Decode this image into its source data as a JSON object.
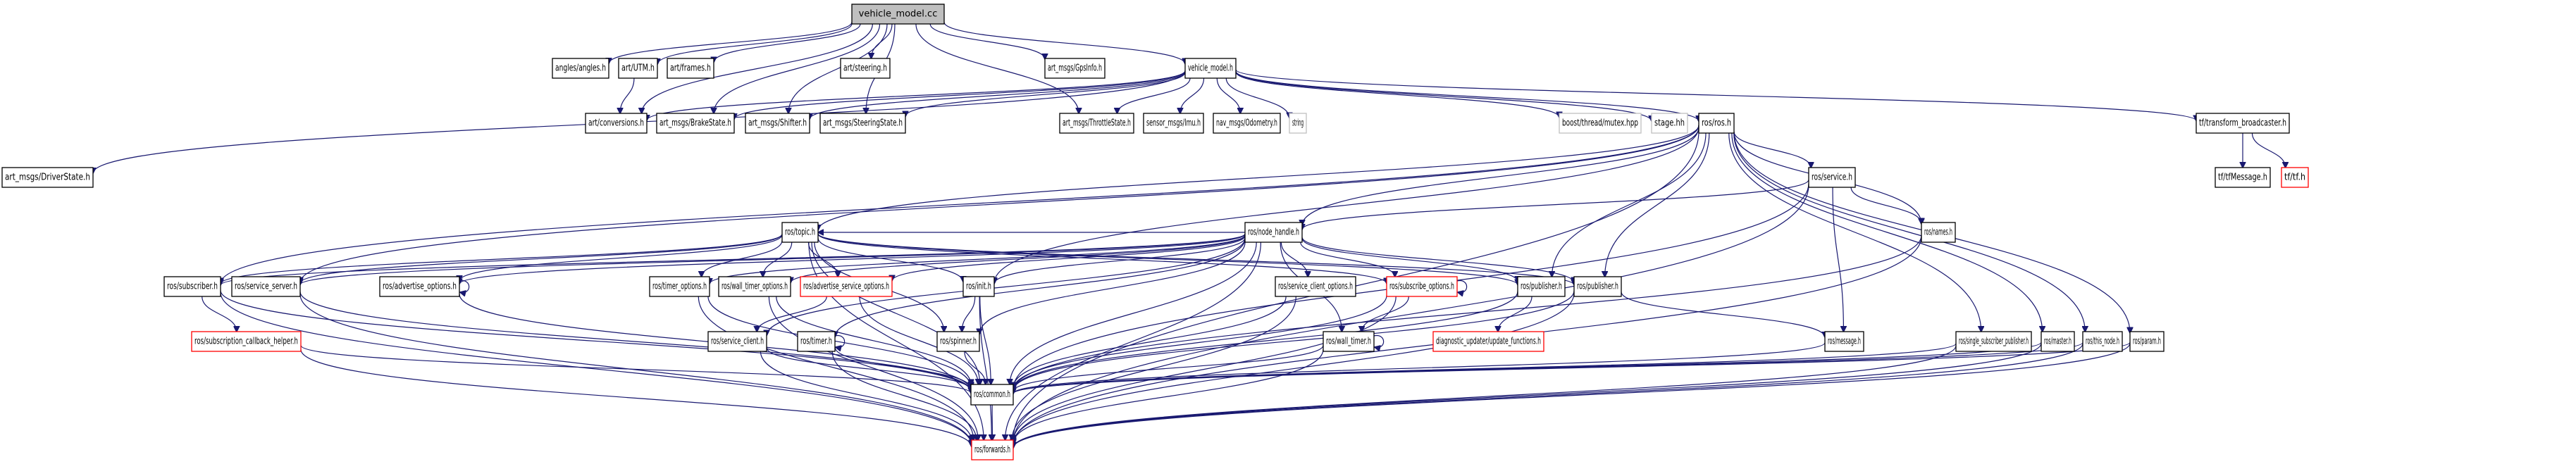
{
  "diagram": {
    "title": "vehicle_model.cc include dependency graph",
    "colors": {
      "edge": "#191970",
      "root_fill": "#bfbfbf",
      "node_border": "#000000",
      "missing_border": "#c0c0c0",
      "undocumented_border": "#ff0000"
    },
    "nodes": [
      {
        "id": "vehicle_model_cc",
        "label": "vehicle_model.cc",
        "kind": "root"
      },
      {
        "id": "angles",
        "label": "angles/angles.h",
        "kind": "normal"
      },
      {
        "id": "utm",
        "label": "art/UTM.h",
        "kind": "normal"
      },
      {
        "id": "frames",
        "label": "art/frames.h",
        "kind": "normal"
      },
      {
        "id": "steering",
        "label": "art/steering.h",
        "kind": "normal"
      },
      {
        "id": "gpsinfo",
        "label": "art_msgs/GpsInfo.h",
        "kind": "normal"
      },
      {
        "id": "vehicle_model_h",
        "label": "vehicle_model.h",
        "kind": "normal"
      },
      {
        "id": "conversions",
        "label": "art/conversions.h",
        "kind": "normal"
      },
      {
        "id": "brakestate",
        "label": "art_msgs/BrakeState.h",
        "kind": "normal"
      },
      {
        "id": "shifter",
        "label": "art_msgs/Shifter.h",
        "kind": "normal"
      },
      {
        "id": "steeringstate",
        "label": "art_msgs/SteeringState.h",
        "kind": "normal"
      },
      {
        "id": "throttlestate",
        "label": "art_msgs/ThrottleState.h",
        "kind": "normal"
      },
      {
        "id": "imu",
        "label": "sensor_msgs/Imu.h",
        "kind": "normal"
      },
      {
        "id": "odometry",
        "label": "nav_msgs/Odometry.h",
        "kind": "normal"
      },
      {
        "id": "string",
        "label": "string",
        "kind": "missing"
      },
      {
        "id": "mutex",
        "label": "boost/thread/mutex.hpp",
        "kind": "missing"
      },
      {
        "id": "stage",
        "label": "stage.hh",
        "kind": "missing"
      },
      {
        "id": "ros_h",
        "label": "ros/ros.h",
        "kind": "normal"
      },
      {
        "id": "tf_bcast",
        "label": "tf/transform_broadcaster.h",
        "kind": "normal"
      },
      {
        "id": "driverstate",
        "label": "art_msgs/DriverState.h",
        "kind": "normal"
      },
      {
        "id": "service_h",
        "label": "ros/service.h",
        "kind": "normal"
      },
      {
        "id": "tfmessage",
        "label": "tf/tfMessage.h",
        "kind": "normal"
      },
      {
        "id": "tf_h",
        "label": "tf/tf.h",
        "kind": "undocumented"
      },
      {
        "id": "topic_h",
        "label": "ros/topic.h",
        "kind": "normal"
      },
      {
        "id": "node_handle",
        "label": "ros/node_handle.h",
        "kind": "normal"
      },
      {
        "id": "names_h",
        "label": "ros/names.h",
        "kind": "normal"
      },
      {
        "id": "subscriber",
        "label": "ros/subscriber.h",
        "kind": "normal"
      },
      {
        "id": "service_server",
        "label": "ros/service_server.h",
        "kind": "normal"
      },
      {
        "id": "advertise_options",
        "label": "ros/advertise_options.h",
        "kind": "normal"
      },
      {
        "id": "timer_options",
        "label": "ros/timer_options.h",
        "kind": "normal"
      },
      {
        "id": "wall_timer_options",
        "label": "ros/wall_timer_options.h",
        "kind": "normal"
      },
      {
        "id": "adv_srv_options",
        "label": "ros/advertise_service_options.h",
        "kind": "undocumented"
      },
      {
        "id": "init_h",
        "label": "ros/init.h",
        "kind": "normal"
      },
      {
        "id": "srv_client_options",
        "label": "ros/service_client_options.h",
        "kind": "normal"
      },
      {
        "id": "subscribe_options",
        "label": "ros/subscribe_options.h",
        "kind": "undocumented"
      },
      {
        "id": "publisher_a",
        "label": "ros/publisher.h",
        "kind": "normal"
      },
      {
        "id": "publisher_b",
        "label": "ros/publisher.h",
        "kind": "normal"
      },
      {
        "id": "sub_cb_helper",
        "label": "ros/subscription_callback_helper.h",
        "kind": "undocumented"
      },
      {
        "id": "service_client",
        "label": "ros/service_client.h",
        "kind": "normal"
      },
      {
        "id": "timer_h",
        "label": "ros/timer.h",
        "kind": "normal"
      },
      {
        "id": "spinner",
        "label": "ros/spinner.h",
        "kind": "normal"
      },
      {
        "id": "wall_timer",
        "label": "ros/wall_timer.h",
        "kind": "normal"
      },
      {
        "id": "diag_update",
        "label": "diagnostic_updater/update_functions.h",
        "kind": "undocumented"
      },
      {
        "id": "message_h",
        "label": "ros/message.h",
        "kind": "normal"
      },
      {
        "id": "single_sub_pub",
        "label": "ros/single_subscriber_publisher.h",
        "kind": "normal"
      },
      {
        "id": "master_h",
        "label": "ros/master.h",
        "kind": "normal"
      },
      {
        "id": "this_node",
        "label": "ros/this_node.h",
        "kind": "normal"
      },
      {
        "id": "param_h",
        "label": "ros/param.h",
        "kind": "normal"
      },
      {
        "id": "common_h",
        "label": "ros/common.h",
        "kind": "normal"
      },
      {
        "id": "forwards_h",
        "label": "ros/forwards.h",
        "kind": "undocumented"
      }
    ],
    "edges": [
      [
        "vehicle_model_cc",
        "angles"
      ],
      [
        "vehicle_model_cc",
        "utm"
      ],
      [
        "vehicle_model_cc",
        "frames"
      ],
      [
        "vehicle_model_cc",
        "steering"
      ],
      [
        "vehicle_model_cc",
        "gpsinfo"
      ],
      [
        "vehicle_model_cc",
        "vehicle_model_h"
      ],
      [
        "vehicle_model_cc",
        "conversions"
      ],
      [
        "vehicle_model_cc",
        "brakestate"
      ],
      [
        "vehicle_model_cc",
        "shifter"
      ],
      [
        "vehicle_model_cc",
        "steeringstate"
      ],
      [
        "vehicle_model_cc",
        "throttlestate"
      ],
      [
        "utm",
        "conversions"
      ],
      [
        "vehicle_model_h",
        "conversions"
      ],
      [
        "vehicle_model_h",
        "brakestate"
      ],
      [
        "vehicle_model_h",
        "shifter"
      ],
      [
        "vehicle_model_h",
        "steeringstate"
      ],
      [
        "vehicle_model_h",
        "throttlestate"
      ],
      [
        "vehicle_model_h",
        "imu"
      ],
      [
        "vehicle_model_h",
        "odometry"
      ],
      [
        "vehicle_model_h",
        "string"
      ],
      [
        "vehicle_model_h",
        "mutex"
      ],
      [
        "vehicle_model_h",
        "stage"
      ],
      [
        "vehicle_model_h",
        "ros_h"
      ],
      [
        "vehicle_model_h",
        "tf_bcast"
      ],
      [
        "vehicle_model_h",
        "driverstate"
      ],
      [
        "tf_bcast",
        "tfmessage"
      ],
      [
        "tf_bcast",
        "tf_h"
      ],
      [
        "ros_h",
        "service_h"
      ],
      [
        "ros_h",
        "names_h"
      ],
      [
        "ros_h",
        "topic_h"
      ],
      [
        "ros_h",
        "node_handle"
      ],
      [
        "ros_h",
        "init_h"
      ],
      [
        "ros_h",
        "publisher_a"
      ],
      [
        "ros_h",
        "publisher_b"
      ],
      [
        "ros_h",
        "subscriber"
      ],
      [
        "ros_h",
        "service_server"
      ],
      [
        "ros_h",
        "single_sub_pub"
      ],
      [
        "ros_h",
        "master_h"
      ],
      [
        "ros_h",
        "this_node"
      ],
      [
        "ros_h",
        "param_h"
      ],
      [
        "ros_h",
        "forwards_h"
      ],
      [
        "service_h",
        "node_handle"
      ],
      [
        "service_h",
        "names_h"
      ],
      [
        "service_h",
        "message_h"
      ],
      [
        "service_h",
        "common_h"
      ],
      [
        "service_h",
        "forwards_h"
      ],
      [
        "topic_h",
        "subscriber"
      ],
      [
        "topic_h",
        "service_server"
      ],
      [
        "topic_h",
        "advertise_options"
      ],
      [
        "topic_h",
        "timer_options"
      ],
      [
        "topic_h",
        "wall_timer_options"
      ],
      [
        "topic_h",
        "adv_srv_options"
      ],
      [
        "topic_h",
        "init_h"
      ],
      [
        "topic_h",
        "spinner"
      ],
      [
        "topic_h",
        "common_h"
      ],
      [
        "topic_h",
        "forwards_h"
      ],
      [
        "topic_h",
        "subscribe_options"
      ],
      [
        "topic_h",
        "publisher_a"
      ],
      [
        "topic_h",
        "publisher_b"
      ],
      [
        "node_handle",
        "topic_h"
      ],
      [
        "node_handle",
        "subscriber"
      ],
      [
        "node_handle",
        "service_server"
      ],
      [
        "node_handle",
        "advertise_options"
      ],
      [
        "node_handle",
        "timer_options"
      ],
      [
        "node_handle",
        "wall_timer_options"
      ],
      [
        "node_handle",
        "adv_srv_options"
      ],
      [
        "node_handle",
        "init_h"
      ],
      [
        "node_handle",
        "srv_client_options"
      ],
      [
        "node_handle",
        "subscribe_options"
      ],
      [
        "node_handle",
        "publisher_a"
      ],
      [
        "node_handle",
        "publisher_b"
      ],
      [
        "node_handle",
        "service_client"
      ],
      [
        "node_handle",
        "timer_h"
      ],
      [
        "node_handle",
        "spinner"
      ],
      [
        "node_handle",
        "wall_timer"
      ],
      [
        "node_handle",
        "common_h"
      ],
      [
        "node_handle",
        "forwards_h"
      ],
      [
        "subscriber",
        "sub_cb_helper"
      ],
      [
        "subscriber",
        "common_h"
      ],
      [
        "subscriber",
        "forwards_h"
      ],
      [
        "service_server",
        "common_h"
      ],
      [
        "service_server",
        "forwards_h"
      ],
      [
        "advertise_options",
        "advertise_options"
      ],
      [
        "advertise_options",
        "common_h"
      ],
      [
        "timer_options",
        "common_h"
      ],
      [
        "timer_options",
        "forwards_h"
      ],
      [
        "wall_timer_options",
        "common_h"
      ],
      [
        "wall_timer_options",
        "forwards_h"
      ],
      [
        "adv_srv_options",
        "service_client"
      ],
      [
        "adv_srv_options",
        "common_h"
      ],
      [
        "init_h",
        "spinner"
      ],
      [
        "init_h",
        "common_h"
      ],
      [
        "init_h",
        "forwards_h"
      ],
      [
        "srv_client_options",
        "common_h"
      ],
      [
        "srv_client_options",
        "forwards_h"
      ],
      [
        "subscribe_options",
        "subscribe_options"
      ],
      [
        "subscribe_options",
        "wall_timer"
      ],
      [
        "subscribe_options",
        "common_h"
      ],
      [
        "subscribe_options",
        "forwards_h"
      ],
      [
        "publisher_a",
        "diag_update"
      ],
      [
        "publisher_a",
        "common_h"
      ],
      [
        "publisher_b",
        "message_h"
      ],
      [
        "publisher_b",
        "common_h"
      ],
      [
        "publisher_b",
        "forwards_h"
      ],
      [
        "sub_cb_helper",
        "common_h"
      ],
      [
        "sub_cb_helper",
        "forwards_h"
      ],
      [
        "service_client",
        "common_h"
      ],
      [
        "service_client",
        "forwards_h"
      ],
      [
        "timer_h",
        "timer_h"
      ],
      [
        "timer_h",
        "common_h"
      ],
      [
        "timer_h",
        "forwards_h"
      ],
      [
        "spinner",
        "common_h"
      ],
      [
        "wall_timer",
        "wall_timer"
      ],
      [
        "wall_timer",
        "common_h"
      ],
      [
        "wall_timer",
        "forwards_h"
      ],
      [
        "message_h",
        "common_h"
      ],
      [
        "names_h",
        "common_h"
      ],
      [
        "names_h",
        "forwards_h"
      ],
      [
        "single_sub_pub",
        "common_h"
      ],
      [
        "single_sub_pub",
        "forwards_h"
      ],
      [
        "master_h",
        "common_h"
      ],
      [
        "master_h",
        "forwards_h"
      ],
      [
        "this_node",
        "common_h"
      ],
      [
        "this_node",
        "forwards_h"
      ],
      [
        "param_h",
        "common_h"
      ],
      [
        "param_h",
        "forwards_h"
      ],
      [
        "common_h",
        "forwards_h"
      ]
    ]
  }
}
